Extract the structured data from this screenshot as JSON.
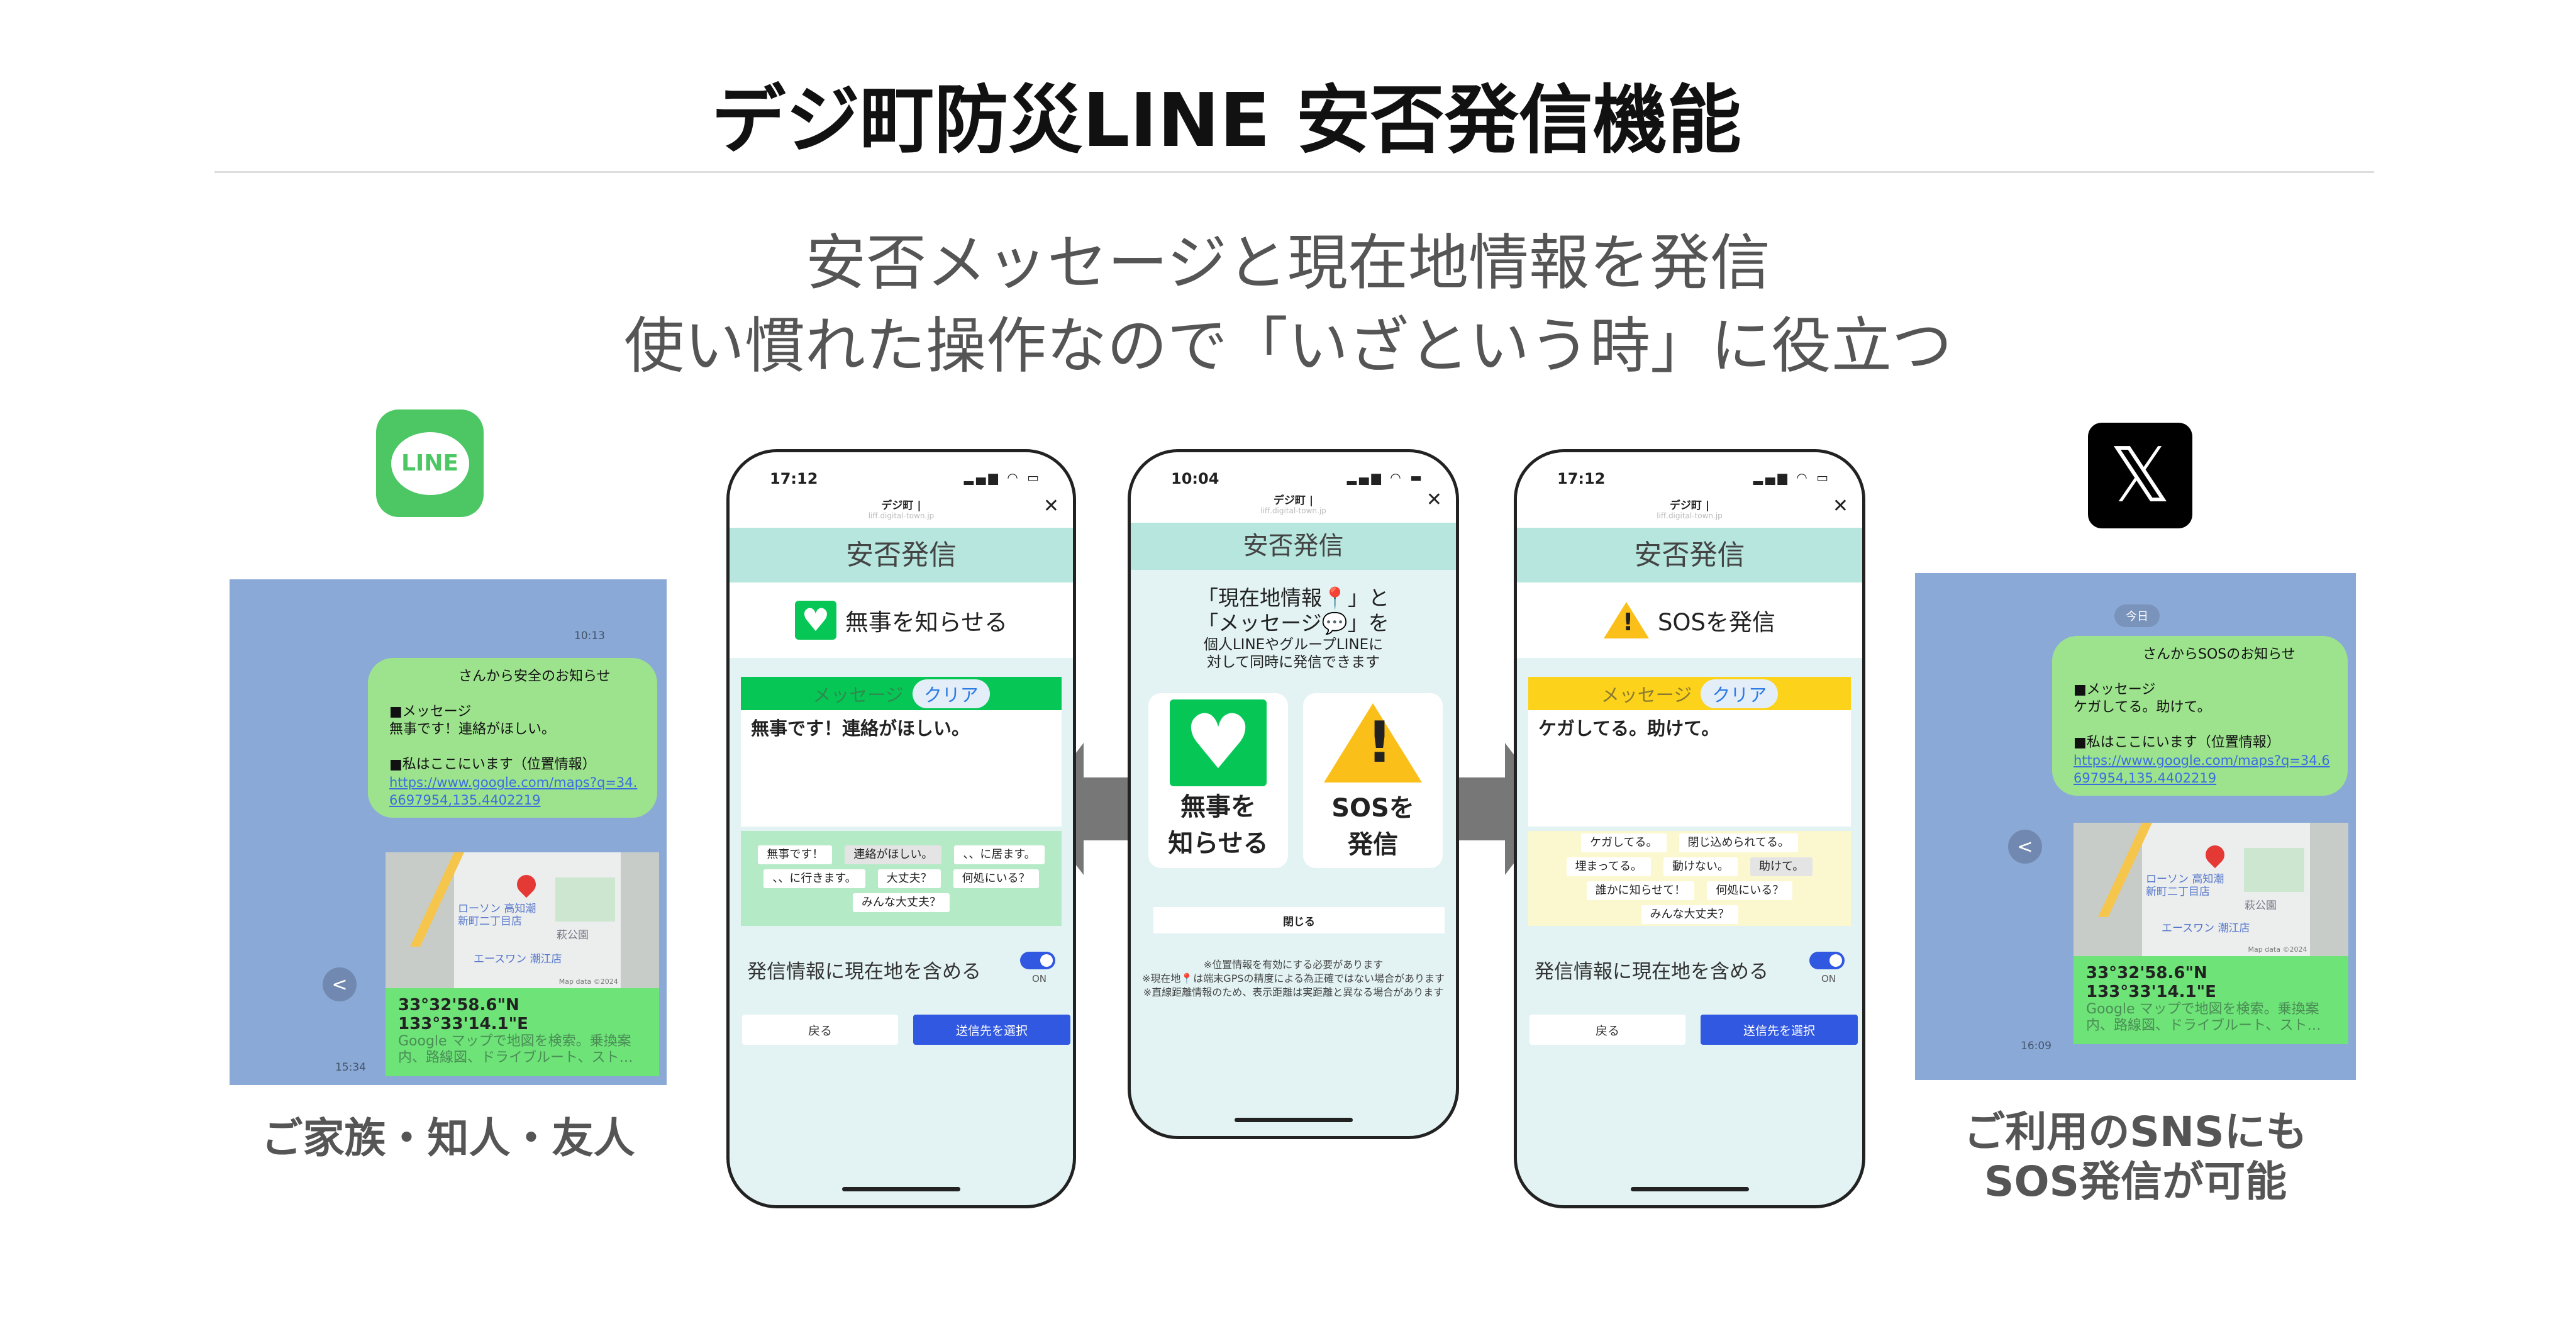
{
  "header": {
    "title": "デジ町防災LINE 安否発信機能",
    "subtitle_1": "安否メッセージと現在地情報を発信",
    "subtitle_2": "使い慣れた操作なので「いざという時」に役立つ"
  },
  "logos": {
    "line": "LINE",
    "x": "𝕏"
  },
  "left_chat": {
    "time_top": "10:13",
    "time_bottom": "15:34",
    "title": "さんから安全のお知らせ",
    "msg_label": "■メッセージ",
    "msg": "無事です！連絡がほしい。",
    "loc_label": "■私はここにいます（位置情報）",
    "link": "https://www.google.com/maps?q=34.6697954,135.4402219",
    "map": {
      "poi_1": "ローソン 高知潮新町二丁目店",
      "poi_2": "エースワン 潮江店",
      "park": "萩公園",
      "map_data": "Map data ©2024",
      "coords": "33°32'58.6\"N 133°33'14.1\"E",
      "desc": "Google マップで地図を検索。乗換案内、路線図、ドライブルート、スト…"
    }
  },
  "left_caption": "ご家族・知人・友人",
  "right_chat": {
    "date_badge": "今日",
    "time_bottom": "16:09",
    "title": "さんからSOSのお知らせ",
    "msg_label": "■メッセージ",
    "msg": "ケガしてる。助けて。",
    "loc_label": "■私はここにいます（位置情報）",
    "link": "https://www.google.com/maps?q=34.6697954,135.4402219",
    "map": {
      "poi_1": "ローソン 高知潮新町二丁目店",
      "poi_2": "エースワン 潮江店",
      "park": "萩公園",
      "map_data": "Map data ©2024",
      "coords": "33°32'58.6\"N 133°33'14.1\"E",
      "desc": "Google マップで地図を検索。乗換案内、路線図、ドライブルート、スト…"
    }
  },
  "right_caption_1": "ご利用のSNSにも",
  "right_caption_2": "SOS発信が可能",
  "phone_safe": {
    "clock": "17:12",
    "site": "デジ町 |",
    "url": "liff.digital-town.jp",
    "band": "安否発信",
    "heading": "無事を知らせる",
    "msg_label": "メッセージ",
    "clear": "クリア",
    "text": "無事です！連絡がほしい。",
    "chips": [
      "無事です！",
      "連絡がほしい。",
      "、、に居ます。",
      "、、に行きます。",
      "大丈夫？",
      "何処にいる？",
      "みんな大丈夫？"
    ],
    "selected_chip": 1,
    "toggle_label": "発信情報に現在地を含める",
    "toggle_state": "ON",
    "back": "戻る",
    "next": "送信先を選択",
    "accent": "#06c755",
    "chip_bg": "#b4ebc6"
  },
  "phone_menu": {
    "clock": "10:04",
    "site": "デジ町 |",
    "url": "liff.digital-town.jp",
    "band": "安否発信",
    "intro_1": "「現在地情報📍」と",
    "intro_2": "「メッセージ💬」を",
    "intro_3": "個人LINEやグループLINEに",
    "intro_4": "対して同時に発信できます",
    "card_safe_1": "無事を",
    "card_safe_2": "知らせる",
    "card_sos_1": "SOSを",
    "card_sos_2": "発信",
    "close": "閉じる",
    "note_1": "※位置情報を有効にする必要があります",
    "note_2": "※現在地📍は端末GPSの精度による為正確ではない場合があります",
    "note_3": "※直線距離情報のため、表示距離は実距離と異なる場合があります"
  },
  "phone_sos": {
    "clock": "17:12",
    "site": "デジ町 |",
    "url": "liff.digital-town.jp",
    "band": "安否発信",
    "heading": "SOSを発信",
    "msg_label": "メッセージ",
    "clear": "クリア",
    "text": "ケガしてる。助けて。",
    "chips": [
      "ケガしてる。",
      "閉じ込められてる。",
      "埋まってる。",
      "動けない。",
      "助けて。",
      "誰かに知らせて！",
      "何処にいる？",
      "みんな大丈夫？"
    ],
    "selected_chip": 4,
    "toggle_label": "発信情報に現在地を含める",
    "toggle_state": "ON",
    "back": "戻る",
    "next": "送信先を選択",
    "accent": "#fdd21a",
    "chip_bg": "#fbf8cf"
  }
}
